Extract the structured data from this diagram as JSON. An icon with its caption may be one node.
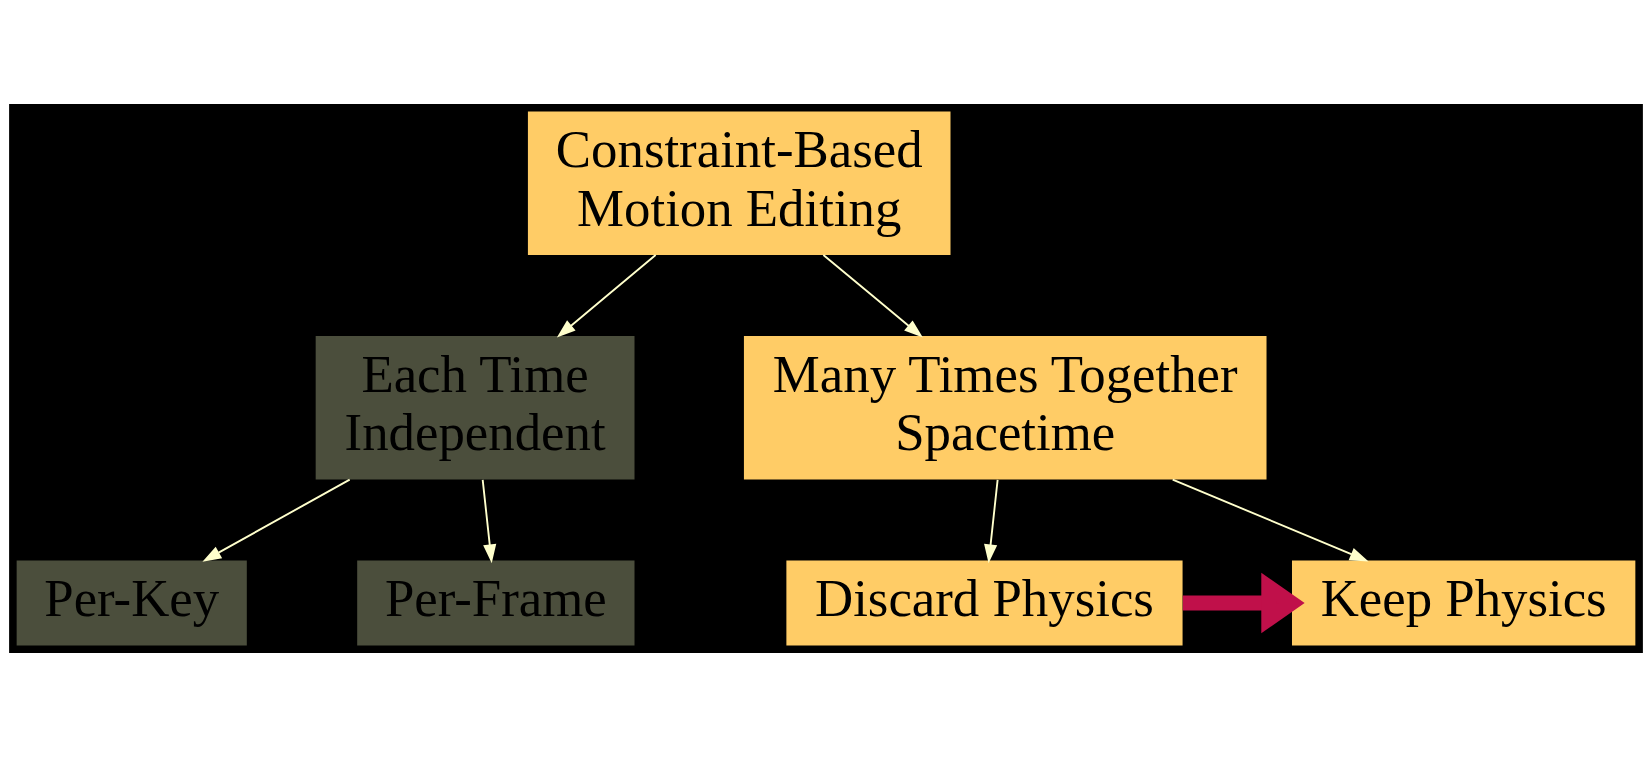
{
  "diagram": {
    "nodes": [
      {
        "text": [
          "Constraint-Based Motion Editing"
        ]
      },
      {
        "text": [
          "Each Time Independent"
        ]
      },
      {
        "text": [
          "Per-Key"
        ]
      },
      {
        "text": [
          "Per-Frame"
        ]
      },
      {
        "text": [
          "Many Times Together Spacetime"
        ]
      },
      {
        "text": [
          "Discard Physics"
        ]
      },
      {
        "text": [
          "Keep Physics"
        ]
      }
    ],
    "edges": [
      {
        "from": 0,
        "to": 1,
        "arrow": "to"
      },
      {
        "from": 0,
        "to": 4,
        "arrow": "to"
      },
      {
        "from": 1,
        "to": 2,
        "arrow": "to"
      },
      {
        "from": 1,
        "to": 3,
        "arrow": "to"
      },
      {
        "from": 4,
        "to": 5,
        "arrow": "to"
      },
      {
        "from": 4,
        "to": 6,
        "arrow": "to"
      },
      {
        "from": 5,
        "to": 6,
        "arrow": "to",
        "style": "thick",
        "color": "#c0104a"
      }
    ]
  }
}
